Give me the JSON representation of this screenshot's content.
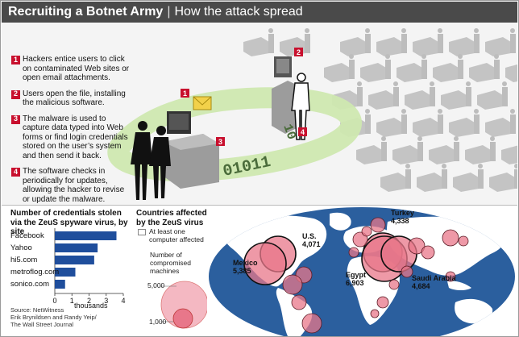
{
  "header": {
    "title_main": "Recruiting a Botnet Army",
    "title_sep": "|",
    "title_sub": "How the attack spread"
  },
  "steps": [
    {
      "num": "1",
      "text": "Hackers entice users to click on contaminated Web sites or open email attachments."
    },
    {
      "num": "2",
      "text": "Users open the file, installing the malicious software."
    },
    {
      "num": "3",
      "text": "The malware is used to capture data typed into Web forms or find login credentials stored on the user’s system and then send it back."
    },
    {
      "num": "4",
      "text": "The software checks in periodically for updates, allowing the hacker to revise or update the malware."
    }
  ],
  "illustration": {
    "marker_labels": [
      "1",
      "2",
      "3",
      "4"
    ],
    "binary_text": "01011",
    "binary_text_2": "10",
    "colors": {
      "path": "#cfe8b0",
      "badge": "#c8102e",
      "envelope": "#f2d14a",
      "silhouette": "#111111",
      "crowd": "#c9c9c9"
    }
  },
  "chart_data": {
    "type": "bar",
    "title": "Number of credentials stolen via the ZeuS spyware virus, by site",
    "categories": [
      "Facebook",
      "Yahoo",
      "hi5.com",
      "metroflog.com",
      "sonico.com"
    ],
    "values": [
      3.6,
      2.5,
      2.3,
      1.2,
      0.6
    ],
    "xlabel": "thousands",
    "xticks": [
      "0",
      "1",
      "2",
      "3",
      "4"
    ],
    "xlim": [
      0,
      4
    ],
    "color": "#1f4e9c"
  },
  "source": {
    "text": "Source: NetWitness",
    "credit_1": "Erik Brynildsen and Randy Yeip/",
    "credit_2": "The Wall Street Journal"
  },
  "map": {
    "title": "Countries affected by the ZeuS virus",
    "legend_text": "At least one computer affected",
    "size_legend_title": "Number of compromised machines",
    "size_legend_values": [
      "5,000",
      "1,000"
    ],
    "colors": {
      "ocean": "#2b5f9e",
      "land": "#ffffff",
      "bubble": "#e8778a",
      "bubble_edge": "#222222"
    },
    "countries": [
      {
        "name": "U.S.",
        "value": "4,071"
      },
      {
        "name": "Mexico",
        "value": "5,385"
      },
      {
        "name": "Turkey",
        "value": "4,338"
      },
      {
        "name": "Egypt",
        "value": "6,903"
      },
      {
        "name": "Saudi Arabia",
        "value": "4,684"
      }
    ]
  }
}
